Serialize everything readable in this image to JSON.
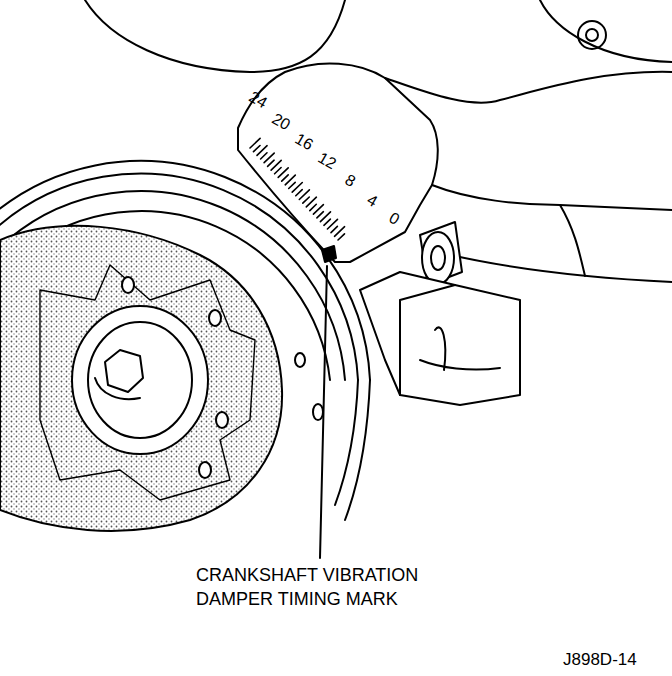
{
  "diagram": {
    "labels": [
      "24",
      "20",
      "16",
      "12",
      "8",
      "4",
      "0",
      "CRANKSHAFT VIBRATION DAMPER TIMING MARK",
      "J898D-14"
    ]
  }
}
